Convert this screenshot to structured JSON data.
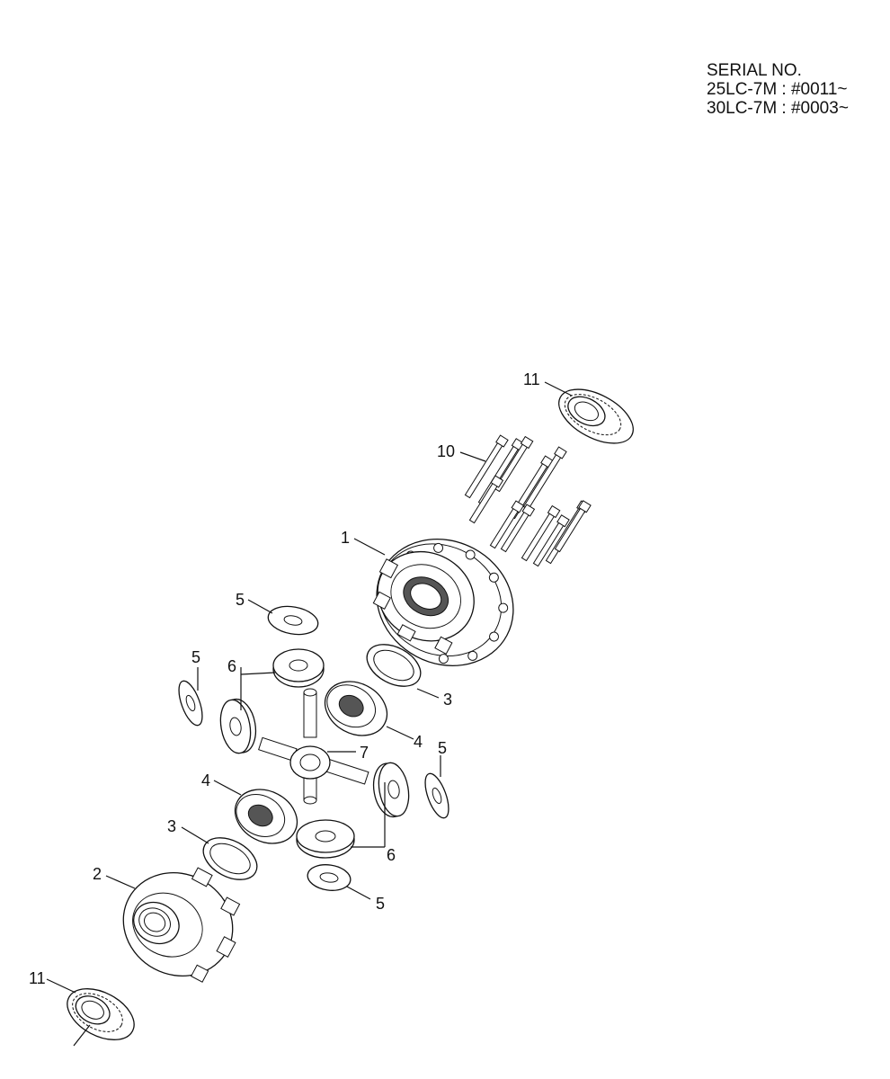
{
  "serial": {
    "heading": "SERIAL NO.",
    "line1": "25LC-7M : #0011~",
    "line2": "30LC-7M : #0003~"
  },
  "callouts": {
    "c1": "1",
    "c2": "2",
    "c3a": "3",
    "c3b": "3",
    "c4a": "4",
    "c4b": "4",
    "c5a": "5",
    "c5b": "5",
    "c5c": "5",
    "c5d": "5",
    "c6a": "6",
    "c6b": "6",
    "c7": "7",
    "c10": "10",
    "c11a": "11",
    "c11b": "11"
  }
}
